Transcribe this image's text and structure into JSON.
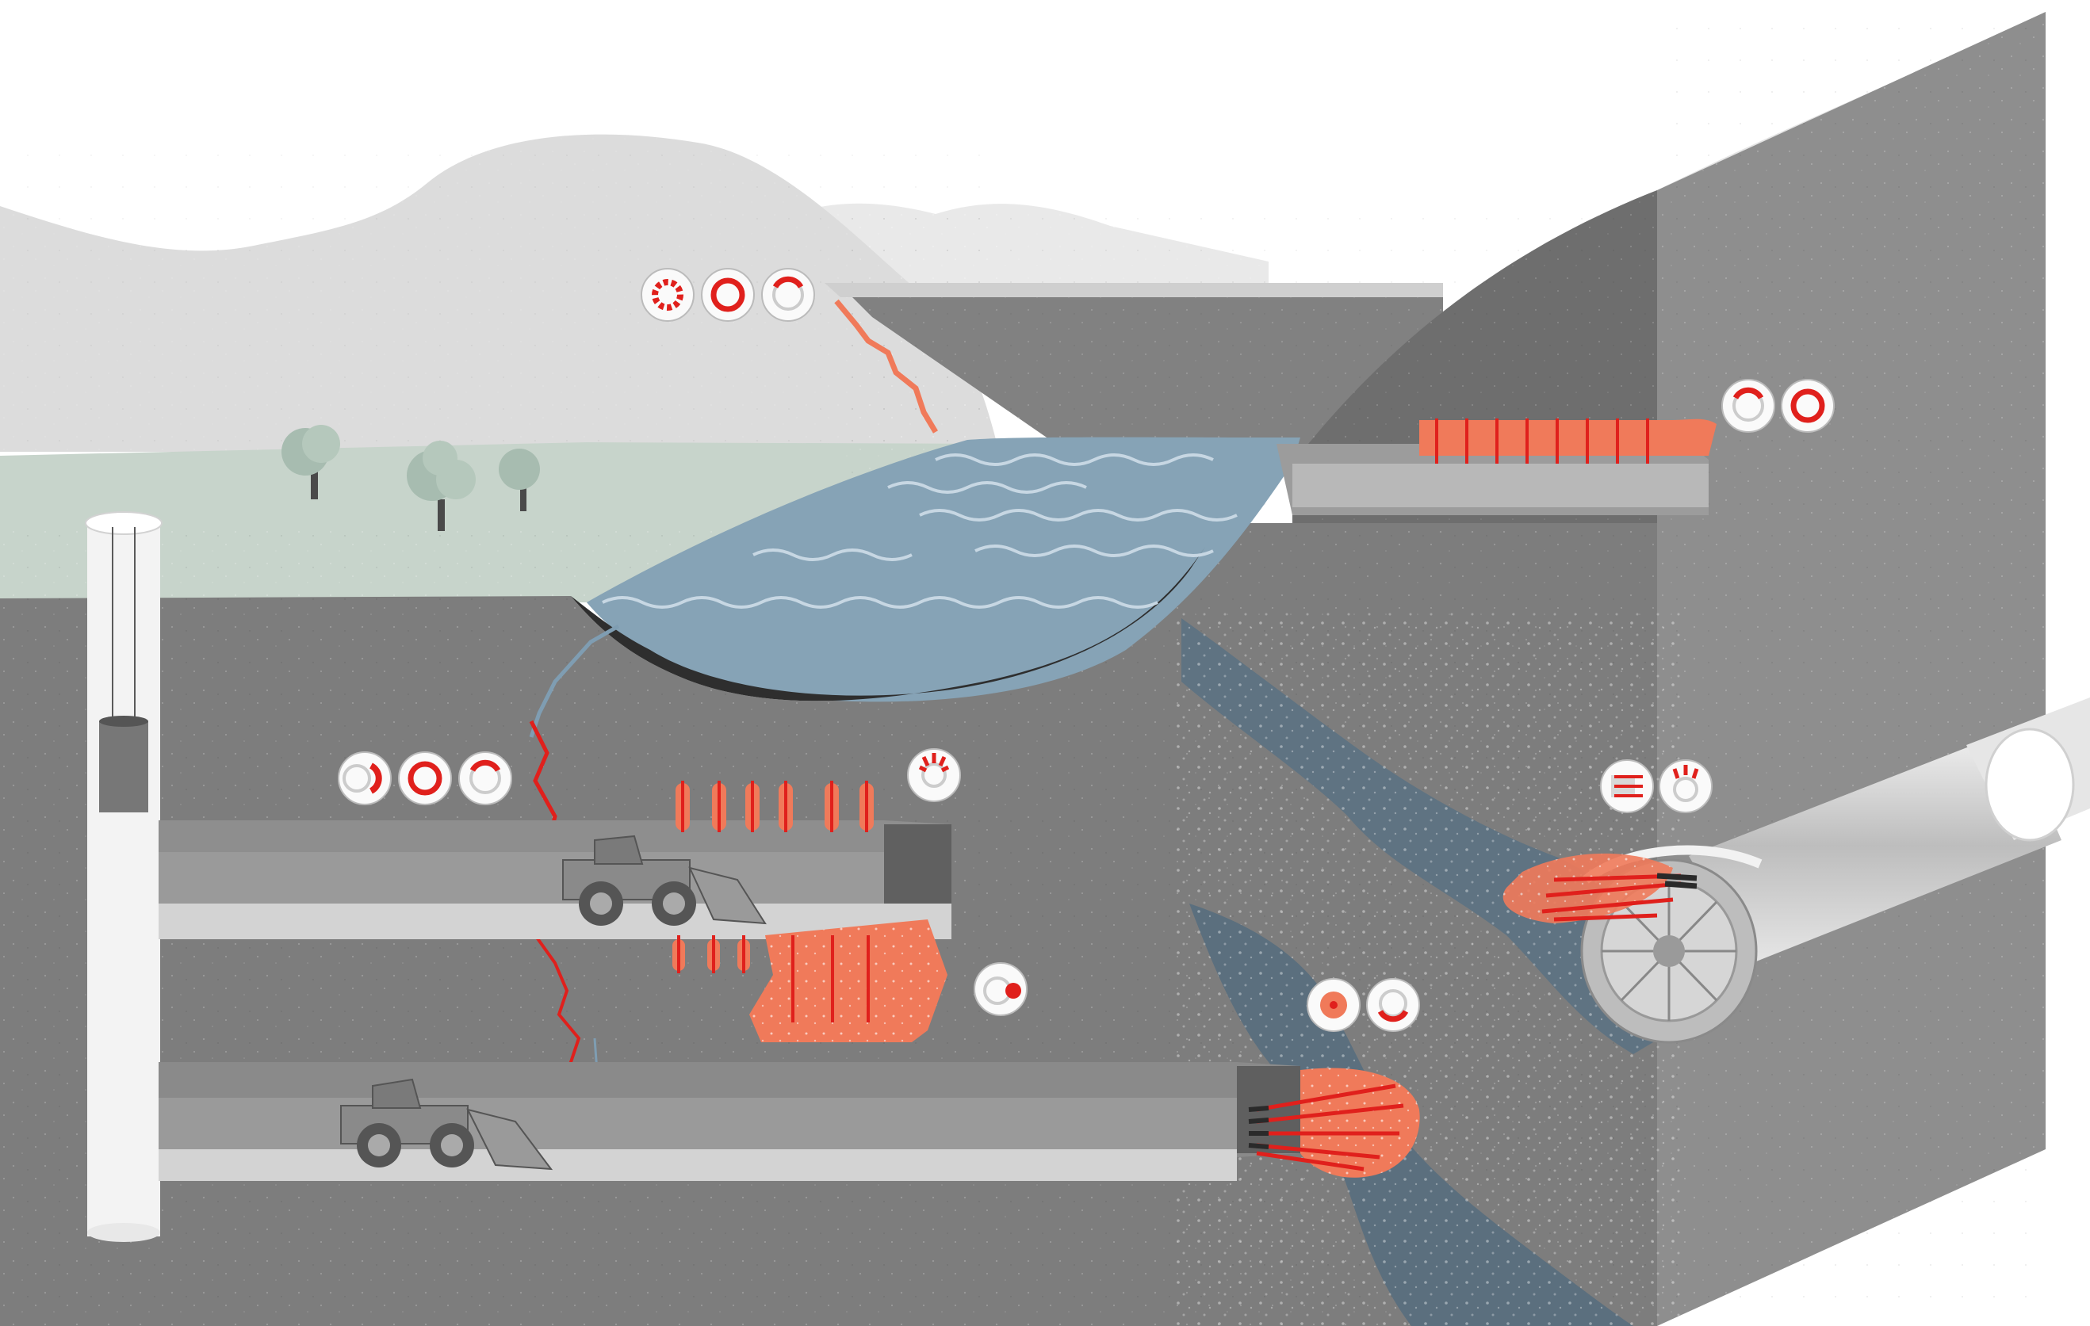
{
  "image": {
    "kind": "cross-section illustration",
    "text_labels": []
  },
  "colors": {
    "sky": "#ffffff",
    "mountain_far": "#e6e6e6",
    "mountain_near": "#d9d9d9",
    "meadow": "#c9d6cd",
    "rock_dark": "#7a7a7a",
    "rock_mid": "#8d8d8d",
    "rock_light": "#b9b9b9",
    "water": "#7f9db2",
    "water_dark": "#546f84",
    "groundwater": "#4b6374",
    "grout_orange": "#f07a5a",
    "anchor_red": "#e0201c",
    "tunnel_light": "#d4d4d4",
    "shaft_white": "#f4f4f4",
    "tree": "#a9bcb0"
  },
  "icons": [
    {
      "name": "top-left-grouting-icons",
      "count": 3
    },
    {
      "name": "dam-slope-icons",
      "count": 2
    },
    {
      "name": "upper-gallery-icons",
      "count": 3
    },
    {
      "name": "bolt-array-icon",
      "count": 1
    },
    {
      "name": "lower-grout-icon",
      "count": 1
    },
    {
      "name": "tbm-icons",
      "count": 2
    },
    {
      "name": "waterzone-icons",
      "count": 2
    }
  ]
}
